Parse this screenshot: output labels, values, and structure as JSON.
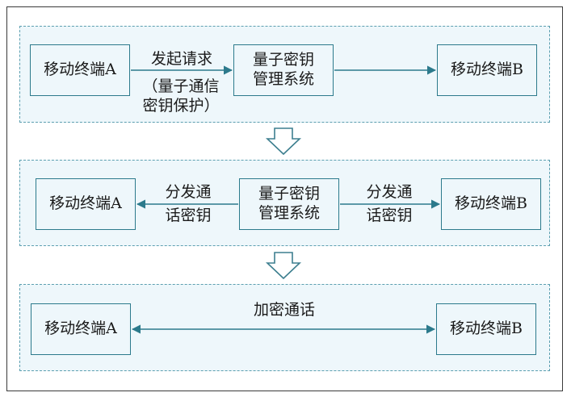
{
  "panel1": {
    "terminal_a": "移动终端A",
    "request_label": "发起请求",
    "request_note_1": "（量子通信",
    "request_note_2": "密钥保护）",
    "kms_line1": "量子密钥",
    "kms_line2": "管理系统",
    "terminal_b": "移动终端B"
  },
  "panel2": {
    "terminal_a": "移动终端A",
    "dist_left_1": "分发通",
    "dist_left_2": "话密钥",
    "kms_line1": "量子密钥",
    "kms_line2": "管理系统",
    "dist_right_1": "分发通",
    "dist_right_2": "话密钥",
    "terminal_b": "移动终端B"
  },
  "panel3": {
    "terminal_a": "移动终端A",
    "call_label": "加密通话",
    "terminal_b": "移动终端B"
  },
  "colors": {
    "panel_border": "#5c9fb0",
    "panel_fill": "#eef7fb",
    "node_border": "#2c7a8c",
    "arrow": "#2c7a8c"
  }
}
